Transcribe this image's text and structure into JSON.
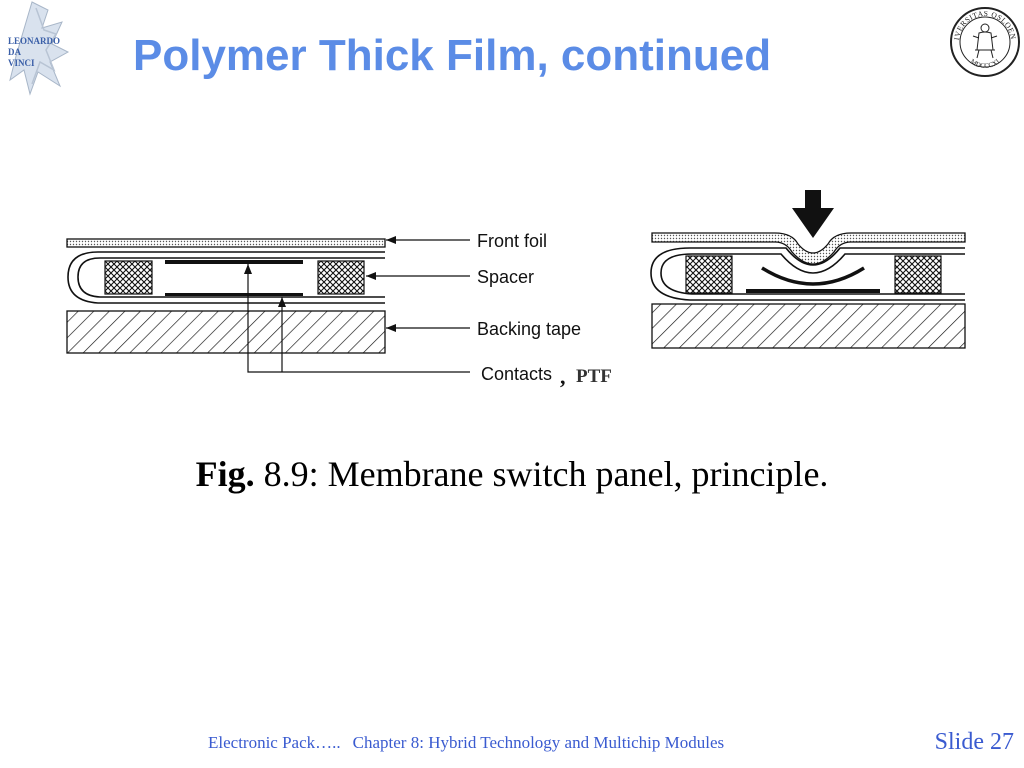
{
  "header": {
    "title": "Polymer Thick Film, continued",
    "left_logo": {
      "icon": "leonardo-da-vinci-logo",
      "lines": [
        "LEONARDO",
        "DA",
        "VINCI"
      ],
      "color": "#3a5fa8"
    },
    "right_logo": {
      "icon": "university-of-oslo-seal",
      "ring_text": "UNIVERSITAS OSLOENSIS",
      "year": "MDCCCXI"
    },
    "title_color": "#5b8ce6"
  },
  "figure": {
    "labels": {
      "front_foil": "Front foil",
      "spacer": "Spacer",
      "backing_tape": "Backing tape",
      "contacts": "Contacts",
      "comma": ",",
      "ptf": "PTF"
    }
  },
  "caption": {
    "prefix": "Fig.",
    "text": " 8.9: Membrane switch panel, principle."
  },
  "footer": {
    "left": "Electronic Pack…..",
    "center": "Chapter 8: Hybrid Technology and Multichip Modules",
    "slide_label": "Slide 27",
    "color": "#3a5bd0"
  }
}
